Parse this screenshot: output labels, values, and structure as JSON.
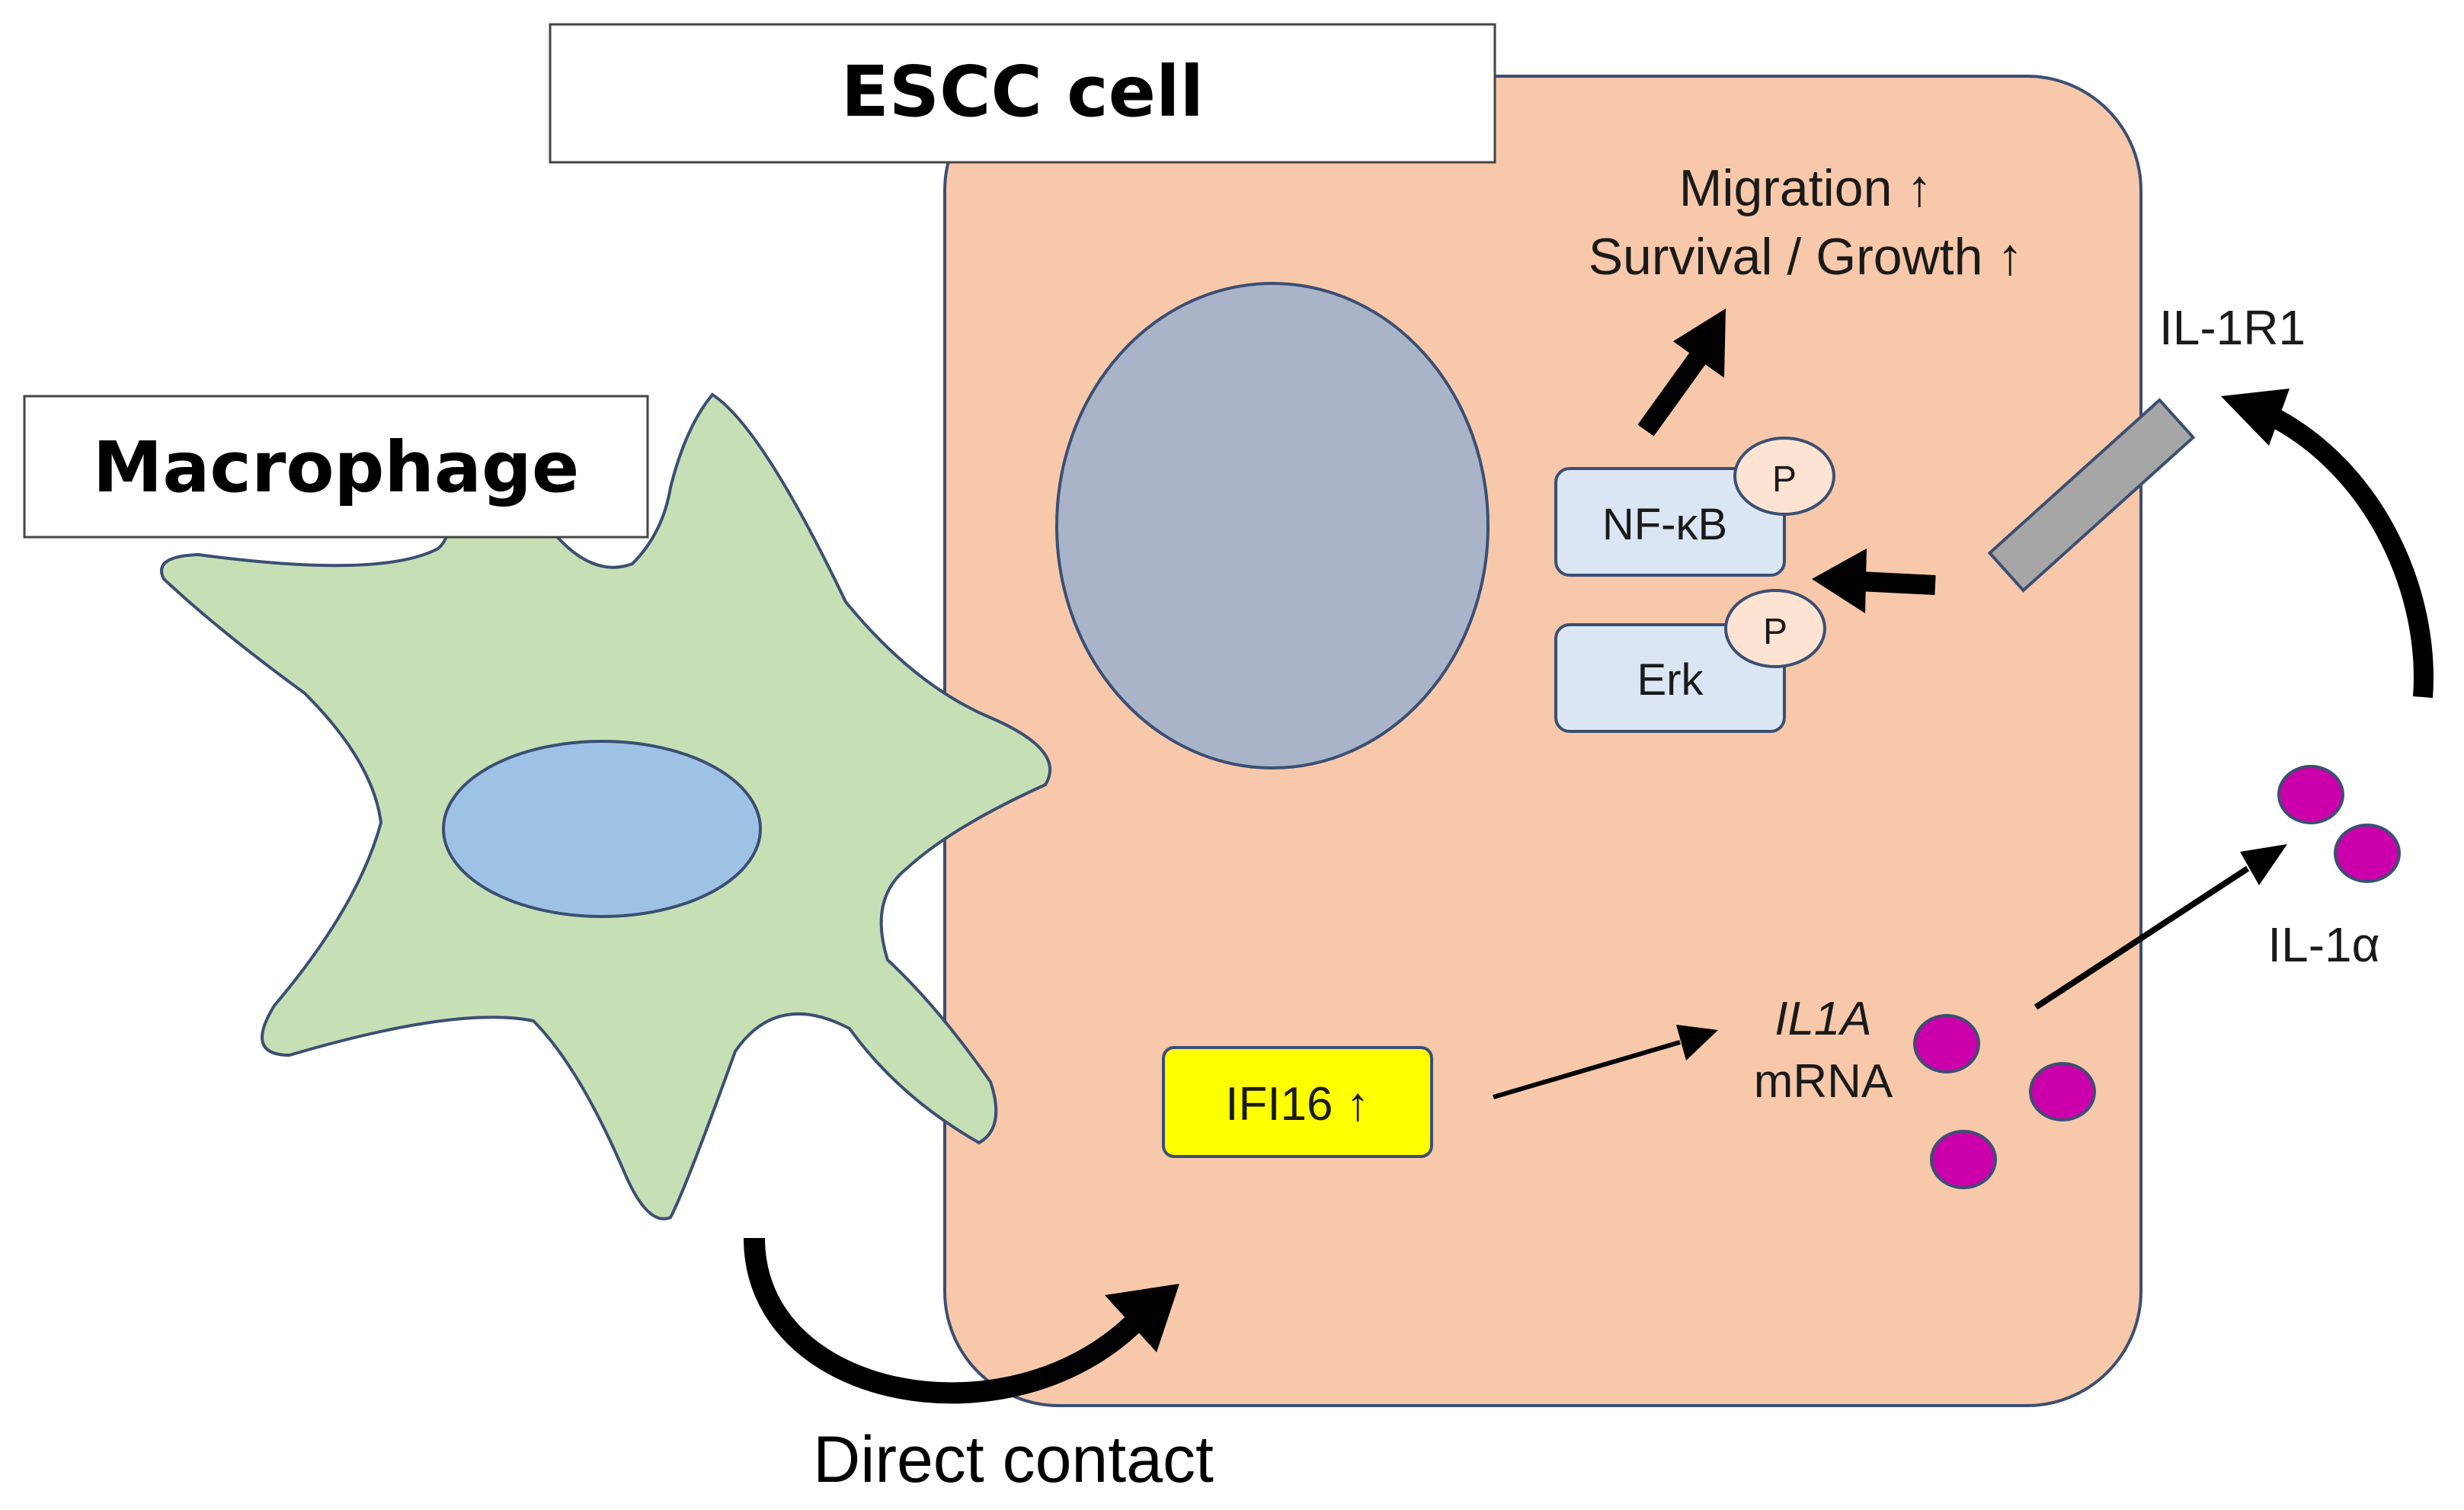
{
  "labels": {
    "escc_cell": "ESCC cell",
    "macrophage": "Macrophage",
    "outcome_migration": "Migration ↑",
    "outcome_survival": "Survival / Growth ↑",
    "receptor": "IL-1R1",
    "nfkb": "NF-κB",
    "erk": "Erk",
    "phospho": "P",
    "ifi16": "IFI16 ↑",
    "il1a_gene": "IL1A",
    "mrna": "mRNA",
    "il1a_protein": "IL-1α",
    "direct_contact": "Direct contact"
  },
  "colors": {
    "escc_cell_fill": "#F8C8AA",
    "cell_outline": "#3B4F73",
    "escc_nucleus": "#A9B4C8",
    "macrophage_fill": "#C6DFB4",
    "macrophage_nucleus": "#9DC2E6",
    "kinase_box": "#DAE6F4",
    "phospho_circle": "#FCE3D2",
    "ifi16_box": "#FFFF00",
    "receptor": "#A6A6A6",
    "il1a_dots": "#CC00AA",
    "arrow": "#000000"
  }
}
